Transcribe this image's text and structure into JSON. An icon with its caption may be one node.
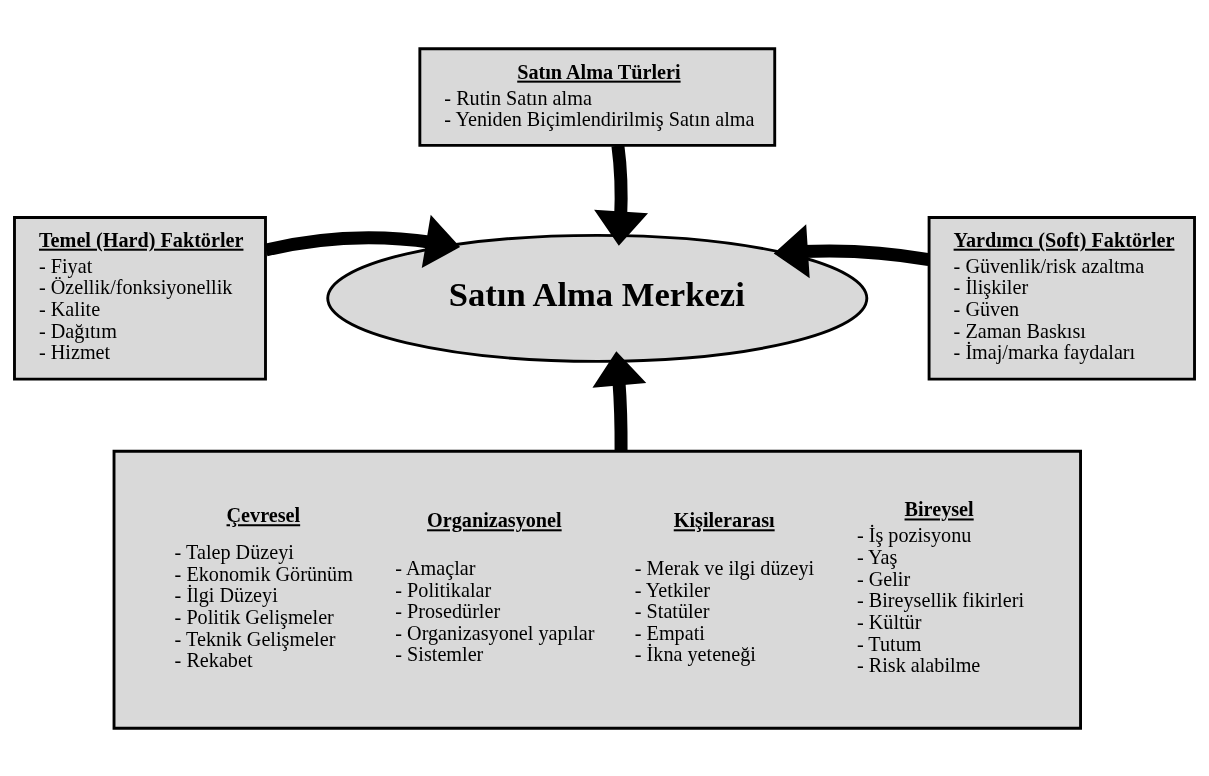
{
  "diagram": {
    "nodes": [
      {
        "text": [
          "Satın Alma Türleri",
          "- Rutin Satın alma",
          "- Yeniden Biçimlendirilmiş Satın alma"
        ]
      },
      {
        "text": [
          "Temel (Hard) Faktörler",
          "- Fiyat",
          "- Özellik/fonksiyonellik",
          "- Kalite",
          "- Dağıtım",
          "- Hizmet"
        ]
      },
      {
        "text": [
          "Satın Alma Merkezi"
        ]
      },
      {
        "text": [
          "Yardımcı (Soft) Faktörler",
          "- Güvenlik/risk azaltma",
          "- İlişkiler",
          "- Güven",
          "- Zaman Baskısı",
          "- İmaj/marka faydaları"
        ]
      },
      {
        "text": [
          "Çevresel",
          "- Talep Düzeyi",
          "- Ekonomik Görünüm",
          "- İlgi Düzeyi",
          "- Politik Gelişmeler",
          "- Teknik Gelişmeler",
          "- Rekabet",
          "Organizasyonel",
          "- Amaçlar",
          "- Politikalar",
          "- Prosedürler",
          "- Organizasyonel yapılar",
          "- Sistemler",
          "Kişilerarası",
          "- Merak ve ilgi düzeyi",
          "- Yetkiler",
          "- Statüler",
          "- Empati",
          "- İkna yeteneği",
          "Bireysel",
          "- İş pozisyonu",
          "- Yaş",
          "- Gelir",
          "- Bireysellik fikirleri",
          "- Kültür",
          "- Tutum",
          "- Risk alabilme"
        ]
      }
    ],
    "edges": [
      {
        "from": 0,
        "to": 2,
        "arrow": "to"
      },
      {
        "from": 1,
        "to": 2,
        "arrow": "to"
      },
      {
        "from": 3,
        "to": 2,
        "arrow": "to"
      },
      {
        "from": 4,
        "to": 2,
        "arrow": "to"
      }
    ]
  }
}
